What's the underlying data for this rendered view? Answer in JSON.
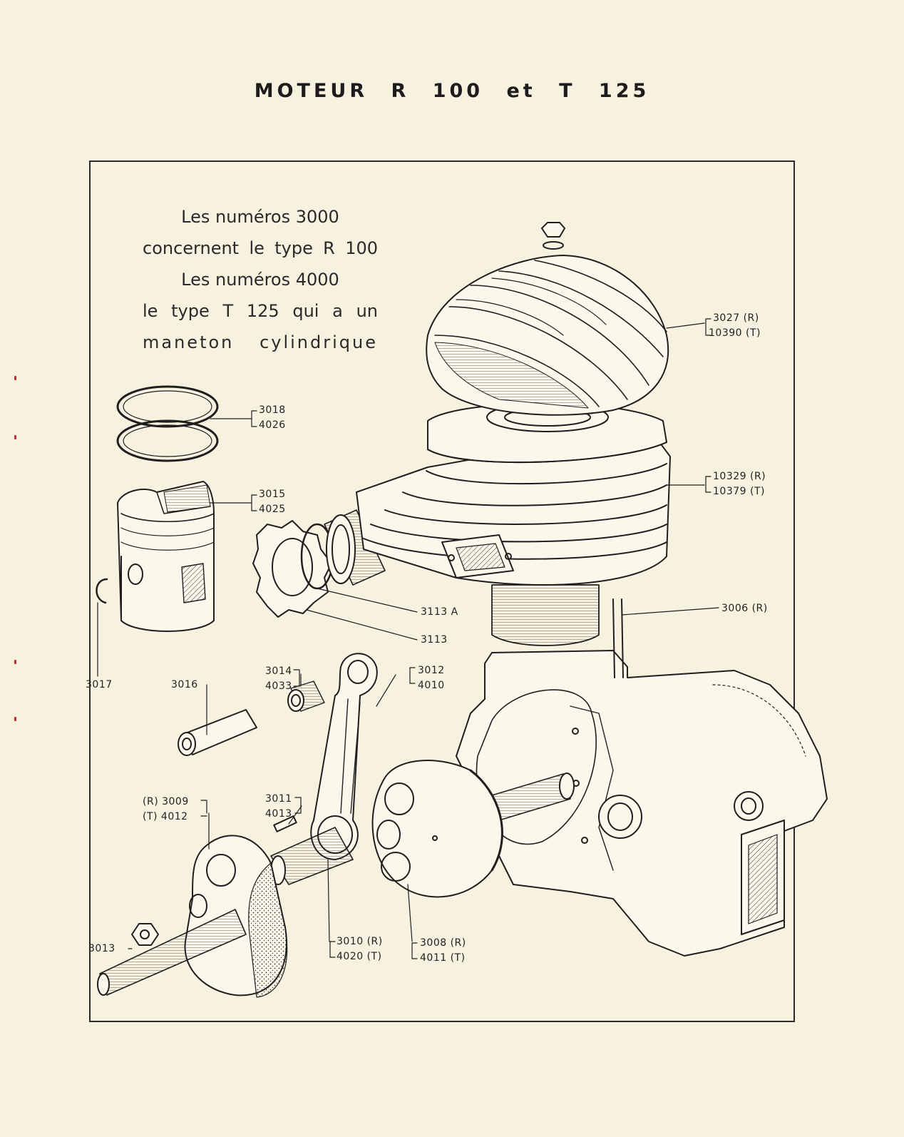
{
  "title": "MOTEUR R 100 et T 125",
  "note": {
    "line1": "Les numéros 3000",
    "line2": "concernent le type R 100",
    "line3": "Les numéros 4000",
    "line4": "le type T 125 qui a un",
    "line5": "maneton cylindrique"
  },
  "parts": {
    "p3027": {
      "a": "3027 (R)",
      "b": "10390 (T)"
    },
    "p3018": {
      "a": "3018",
      "b": "4026"
    },
    "p3015": {
      "a": "3015",
      "b": "4025"
    },
    "p10329": {
      "a": "10329 (R)",
      "b": "10379 (T)"
    },
    "p3113a": "3113 A",
    "p3113": "3113",
    "p3006": "3006 (R)",
    "p3017": "3017",
    "p3016": "3016",
    "p3014": {
      "a": "3014",
      "b": "4033"
    },
    "p3012": {
      "a": "3012",
      "b": "4010"
    },
    "p3009": {
      "a": "(R)  3009",
      "b": "(T)  4012"
    },
    "p3011": {
      "a": "3011",
      "b": "4013"
    },
    "p3013": "3013",
    "p3010": {
      "a": "3010 (R)",
      "b": "4020 (T)"
    },
    "p3008": {
      "a": "3008 (R)",
      "b": "4011 (T)"
    }
  }
}
